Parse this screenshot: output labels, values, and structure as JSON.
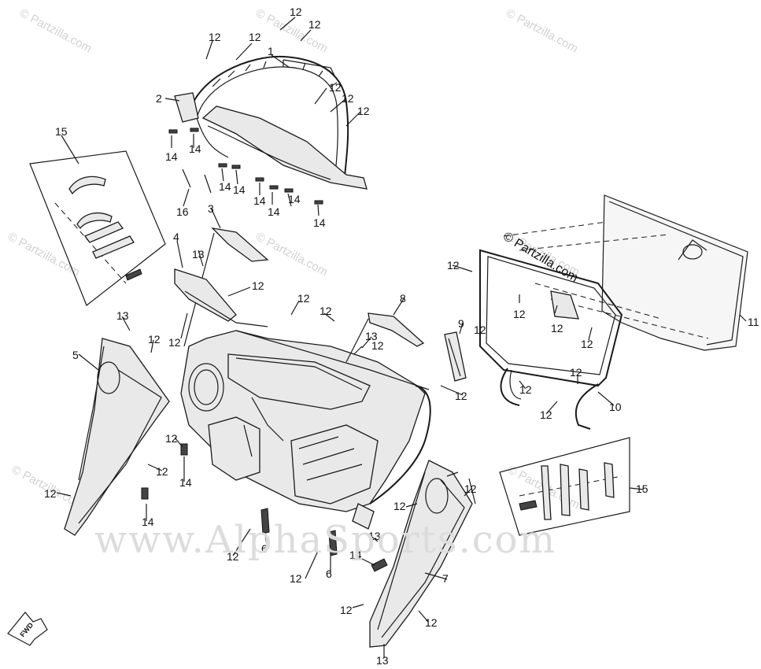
{
  "watermarks": [
    "© Partzilla.com",
    "© Partzilla.com",
    "© Partzilla.com",
    "© Partzilla.com",
    "© Partzilla.com",
    "© Partzilla.com",
    "© Partzilla.com",
    "© Partzilla.com",
    "© Partzilla.com"
  ],
  "partzilla_label": "© Partzilla.com",
  "brand_watermark": "www.AlphaSports.com",
  "arrow_label": "FWD",
  "callouts": [
    "12",
    "12",
    "12",
    "12",
    "1",
    "2",
    "12",
    "12",
    "12",
    "14",
    "14",
    "14",
    "14",
    "14",
    "14",
    "14",
    "14",
    "16",
    "15",
    "3",
    "4",
    "13",
    "12",
    "12",
    "12",
    "12",
    "8",
    "9",
    "13",
    "12",
    "12",
    "5",
    "13",
    "12",
    "12",
    "14",
    "12",
    "14",
    "12",
    "6",
    "12",
    "12",
    "6",
    "14",
    "13",
    "12",
    "7",
    "12",
    "12",
    "13",
    "11",
    "10",
    "12",
    "12",
    "12",
    "12",
    "12",
    "12",
    "12",
    "12",
    "15",
    "12"
  ]
}
